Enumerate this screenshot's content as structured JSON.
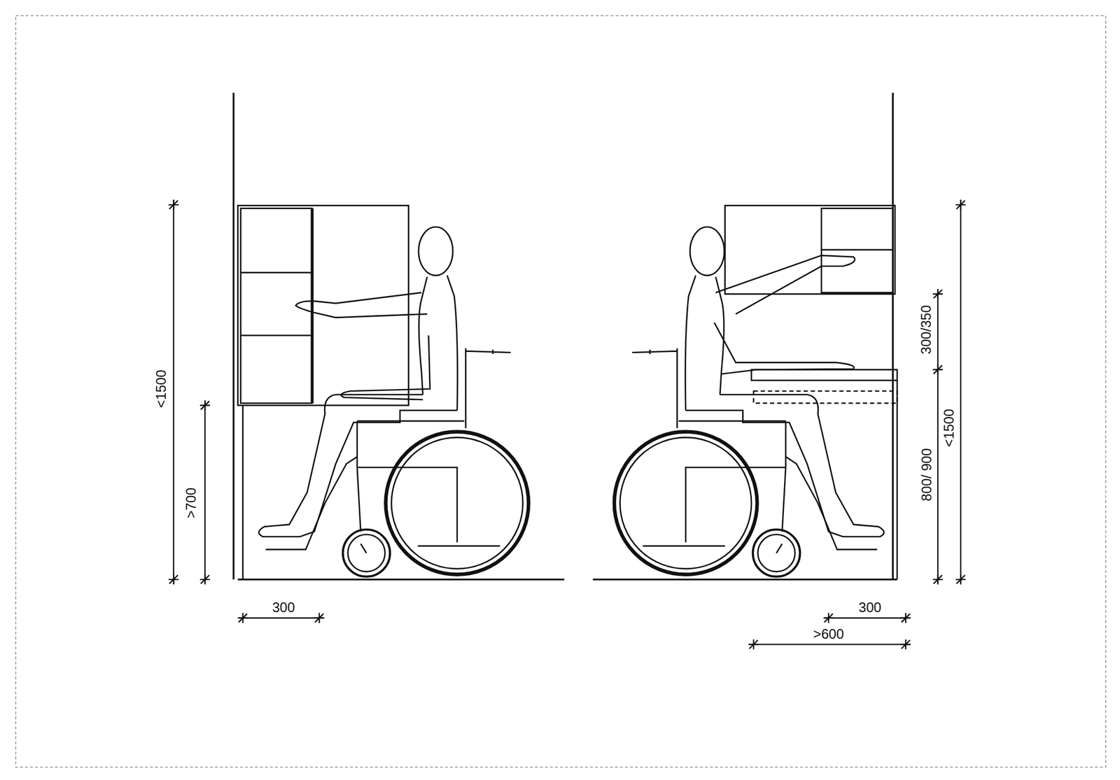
{
  "diagram": {
    "labels": [
      "<1500",
      ">700",
      "300",
      "300/350",
      "<1500",
      "800/ 900",
      "300",
      ">600"
    ]
  }
}
